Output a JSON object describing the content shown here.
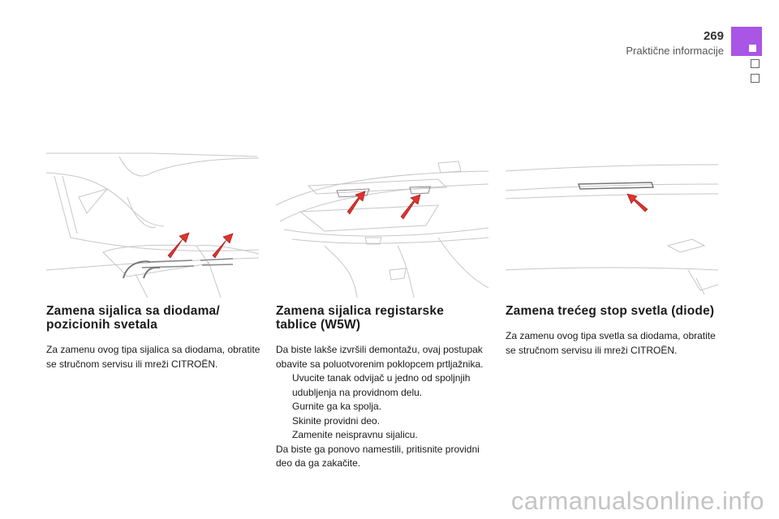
{
  "header": {
    "page_number": "269",
    "chapter_title": "Praktične informacije"
  },
  "colors": {
    "accent_tab": "#a955e6",
    "arrow": "#e3312d"
  },
  "sections": [
    {
      "title": "Zamena sijalica sa diodama/ pozicionih svetala",
      "paragraphs": [
        "Za zamenu ovog tipa sijalica sa diodama, obratite se stručnom servisu ili mreži CITROËN."
      ]
    },
    {
      "title": "Zamena sijalica registarske tablice (W5W)",
      "intro": "Da biste lakše izvršili demontažu, ovaj postupak obavite sa poluotvorenim poklopcem prtljažnika.",
      "bullet_symbol": "",
      "steps": [
        "Uvucite tanak odvijač u jedno od spoljnjih udubljenja na providnom delu.",
        "Gurnite ga ka spolja.",
        "Skinite providni deo.",
        "Zamenite neispravnu sijalicu."
      ],
      "outro": "Da biste ga ponovo namestili, pritisnite providni deo da ga zakačite."
    },
    {
      "title": "Zamena trećeg stop svetla (diode)",
      "paragraphs": [
        "Za zamenu ovog tipa svetla sa diodama, obratite se stručnom servisu ili mreži CITROËN."
      ]
    }
  ],
  "watermark": "carmanualsonline.info"
}
